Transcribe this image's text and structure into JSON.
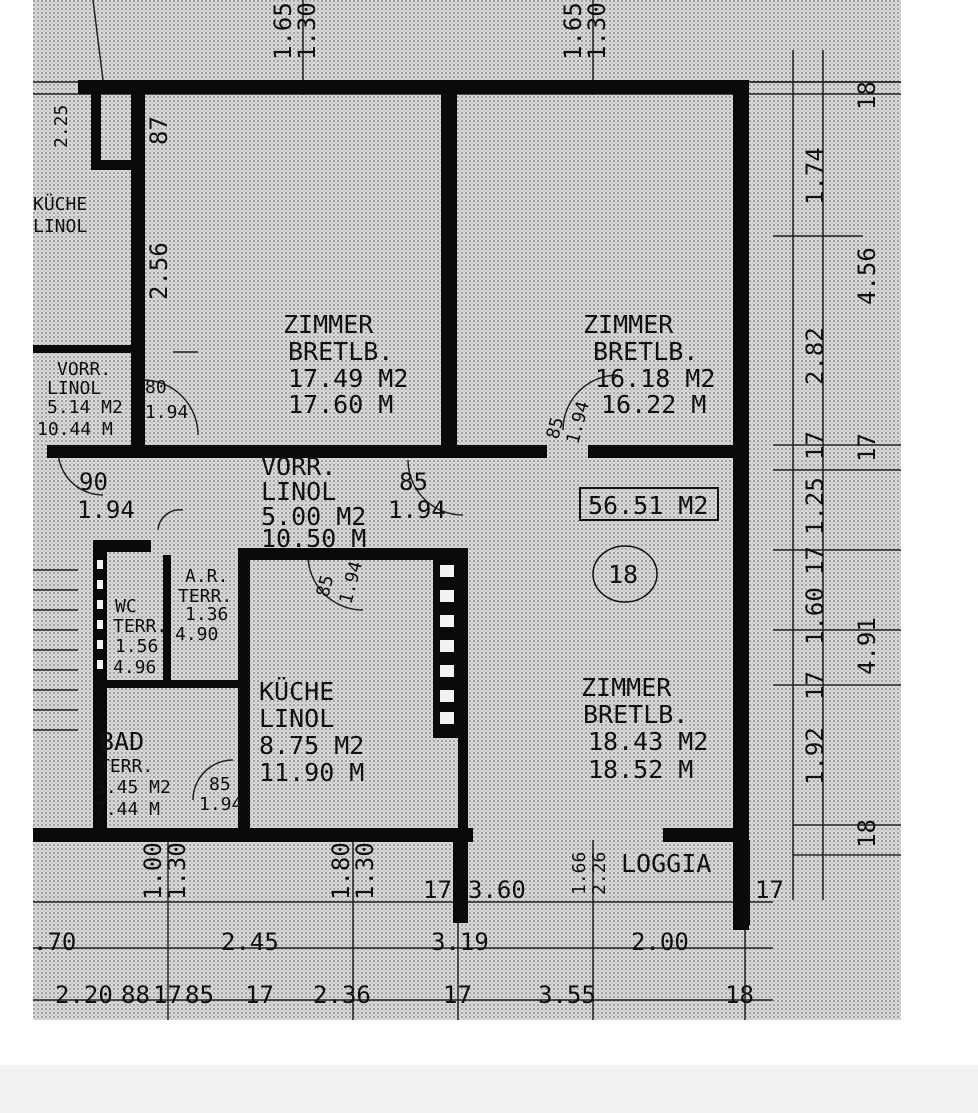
{
  "drawing": {
    "colors": {
      "paper": "#d9d9d9",
      "wall": "#0a0a0a",
      "ink": "#111111"
    },
    "rooms": {
      "zimmer_1": {
        "name": "ZIMMER",
        "floor": "BRETLB.",
        "area": "17.49 M2",
        "perimeter": "17.60 M"
      },
      "zimmer_2": {
        "name": "ZIMMER",
        "floor": "BRETLB.",
        "area": "16.18 M2",
        "perimeter": "16.22 M"
      },
      "zimmer_3": {
        "name": "ZIMMER",
        "floor": "BRETLB.",
        "area": "18.43 M2",
        "perimeter": "18.52 M"
      },
      "vorraum_hall": {
        "name": "VORR.",
        "floor": "LINOL",
        "area": "5.00 M2",
        "perimeter": "10.50 M"
      },
      "vorraum_left": {
        "name": "VORR.",
        "floor": "LINOL",
        "area": "5.14 M2",
        "perimeter": "10.44 M"
      },
      "kueche": {
        "name": "KÜCHE",
        "floor": "LINOL",
        "area": "8.75 M2",
        "perimeter": "11.90 M"
      },
      "kueche_left": {
        "name": "KÜCHE",
        "floor": "LINOL"
      },
      "bad": {
        "name": "BAD",
        "floor": "TERR.",
        "area": "3.45 M2",
        "perimeter": "7.44 M"
      },
      "wc": {
        "name": "WC",
        "floor": "TERR.",
        "area": "1.56",
        "perimeter": "4.96"
      },
      "abstellraum": {
        "name": "A.R.",
        "floor": "TERR.",
        "area": "1.36",
        "perimeter": "4.90"
      },
      "loggia": {
        "name": "LOGGIA"
      }
    },
    "total_area": "56.51 M2",
    "unit_number": "18",
    "doors": {
      "d1": {
        "w": "80",
        "h": "1.94"
      },
      "d2": {
        "w": "90",
        "h": "1.94"
      },
      "d3": {
        "w": "85",
        "h": "1.94"
      },
      "d4": {
        "w": "85",
        "h": "1.94"
      },
      "d5": {
        "w": "85",
        "h": "1.94"
      },
      "d6": {
        "w": "85",
        "h": "1.94"
      }
    },
    "windows": {
      "w_top_left": {
        "w": "1.65",
        "h": "1.30"
      },
      "w_top_right": {
        "w": "1.65",
        "h": "1.30"
      },
      "w_bottom_1": {
        "w": "1.00",
        "h": "1.30"
      },
      "w_bottom_2": {
        "w": "1.80",
        "h": "1.30"
      },
      "w_loggia": {
        "w": "1.66",
        "h": "2.26"
      }
    },
    "dimensions": {
      "right_outer": [
        "18",
        "4.56",
        "17",
        "4.91",
        "18"
      ],
      "right_inner": [
        "1.74",
        "2.82",
        "17",
        "1.25",
        "17",
        "1.60",
        "17",
        "1.92"
      ],
      "left_inner": [
        "2.25",
        "87",
        "2.56"
      ],
      "bottom_row1": [
        ".70",
        "2.45",
        "3.19",
        "2.00"
      ],
      "bottom_row2": [
        "2.20",
        "88",
        "17",
        "85",
        "17",
        "2.36",
        "17",
        "3.55",
        "18"
      ],
      "loggia_row": [
        "17",
        "3.60",
        "17"
      ]
    }
  }
}
